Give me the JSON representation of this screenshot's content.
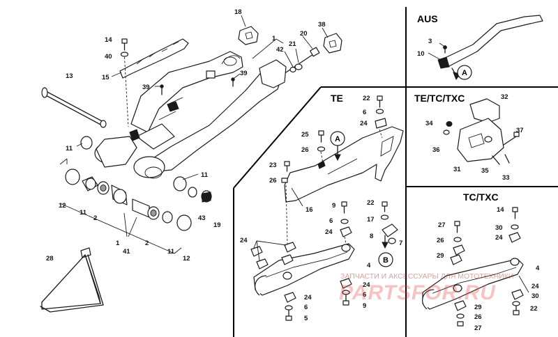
{
  "sections": {
    "aus": "AUS",
    "te": "TE",
    "te_tc_txc": "TE/TC/TXC",
    "tc_txc": "TC/TXC"
  },
  "refs": {
    "a": "A",
    "b": "B"
  },
  "labels": {
    "l18": "18",
    "l1a": "1",
    "l20": "20",
    "l38": "38",
    "l14a": "14",
    "l40": "40",
    "l42": "42",
    "l21": "21",
    "l15": "15",
    "l39a": "39",
    "l39b": "39",
    "l13": "13",
    "l11a": "11",
    "l11b": "11",
    "l12a": "12",
    "l11c": "11",
    "l2a": "2",
    "l43": "43",
    "l19": "19",
    "l1b": "1",
    "l41": "41",
    "l2b": "2",
    "l11d": "11",
    "l12b": "12",
    "l28": "28",
    "l3": "3",
    "l10": "10",
    "l22a": "22",
    "l6a": "6",
    "l24a": "24",
    "l25": "25",
    "l26a": "26",
    "l23": "23",
    "l26b": "26",
    "l16": "16",
    "l9a": "9",
    "l22b": "22",
    "l6b": "6",
    "l17": "17",
    "l24b": "24",
    "l8": "8",
    "l7": "7",
    "l24c": "24",
    "l4a": "4",
    "l24d": "24",
    "l6c": "6",
    "l9b": "9",
    "l24e": "24",
    "l6d": "6",
    "l5": "5",
    "l32": "32",
    "l34": "34",
    "l37": "37",
    "l36": "36",
    "l31": "31",
    "l35": "35",
    "l33": "33",
    "l14b": "14",
    "l27a": "27",
    "l30a": "30",
    "l26c": "26",
    "l24f": "24",
    "l29a": "29",
    "l4b": "4",
    "l24g": "24",
    "l30b": "30",
    "l22c": "22",
    "l29b": "29",
    "l26d": "26",
    "l27b": "27"
  },
  "watermark": {
    "shop": "ЗАПЧАСТИ И АКСЕССУАРЫ ДЛЯ МОТОТЕХНИКИ",
    "brand": "PARTSFOR.RU"
  },
  "colors": {
    "lines": "#1a1a1a",
    "watermark": "#e23a3a"
  }
}
